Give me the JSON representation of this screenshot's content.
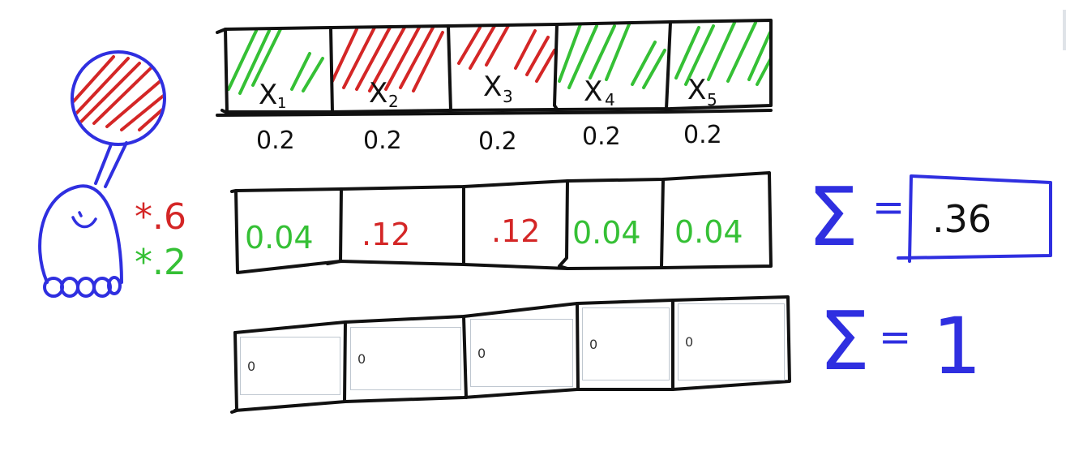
{
  "colors": {
    "ink": "#111111",
    "blue": "#2f2fe0",
    "red": "#d42626",
    "green": "#35c035"
  },
  "cells": [
    {
      "label": "X",
      "sub": "1",
      "hatch": "green-icon",
      "prior": "0.2",
      "product": "0.04",
      "product_color": "green"
    },
    {
      "label": "X",
      "sub": "2",
      "hatch": "red-icon",
      "prior": "0.2",
      "product": ".12",
      "product_color": "red"
    },
    {
      "label": "X",
      "sub": "3",
      "hatch": "red-icon",
      "prior": "0.2",
      "product": ".12",
      "product_color": "red"
    },
    {
      "label": "X",
      "sub": "4",
      "hatch": "green-icon",
      "prior": "0.2",
      "product": "0.04",
      "product_color": "green"
    },
    {
      "label": "X",
      "sub": "5",
      "hatch": "green-icon",
      "prior": "0.2",
      "product": "0.04",
      "product_color": "green"
    }
  ],
  "multipliers": {
    "hit": "*.6",
    "miss": "*.2"
  },
  "sum_products": {
    "symbol": "Σ",
    "equals": "=",
    "value": ".36"
  },
  "sum_normalized": {
    "symbol": "Σ",
    "equals": "=",
    "value": "1"
  },
  "inputs": [
    {
      "value": "0"
    },
    {
      "value": "0"
    },
    {
      "value": "0"
    },
    {
      "value": "0"
    },
    {
      "value": "0"
    }
  ],
  "icons": [
    "robot-icon",
    "sensor-bubble-icon",
    "hatch-red-icon",
    "hatch-green-icon"
  ]
}
